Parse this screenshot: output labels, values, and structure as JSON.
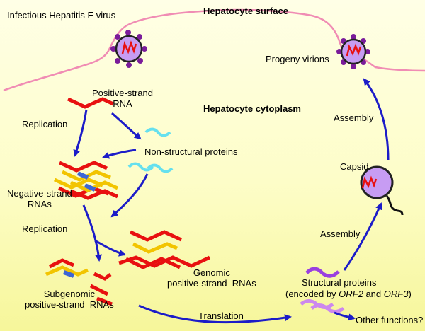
{
  "labels": {
    "infectious_virus": "Infectious Hepatitis E virus",
    "hepatocyte_surface": "Hepatocyte surface",
    "progeny_virions": "Progeny virions",
    "positive_strand_rna": "Positive-strand\nRNA",
    "hepatocyte_cytoplasm": "Hepatocyte cytoplasm",
    "replication_1": "Replication",
    "non_structural_proteins": "Non-structural proteins",
    "assembly_upper": "Assembly",
    "capsid": "Capsid",
    "negative_strand_rnas": "Negative-strand\nRNAs",
    "replication_2": "Replication",
    "assembly_lower": "Assembly",
    "genomic_rnas": "Genomic\npositive-strand  RNAs",
    "subgenomic_rnas": "Subgenomic\npositive-strand  RNAs",
    "structural_proteins": "Structural proteins",
    "encoded_by_prefix": "(encoded by ",
    "orf2": "ORF2",
    "and": " and ",
    "orf3": "ORF3",
    "encoded_by_suffix": ")",
    "translation": "Translation",
    "other_functions": "Other functions?"
  },
  "colors": {
    "membrane": "#f08cb4",
    "arrow": "#1c1cc8",
    "rna_positive": "#e81010",
    "rna_negative": "#f2c400",
    "duplex": "#3d66d6",
    "nonstructural": "#66e0ee",
    "structural": "#9a40e0",
    "structural_light": "#cc88ee",
    "virion_fill": "#c79cf3"
  }
}
